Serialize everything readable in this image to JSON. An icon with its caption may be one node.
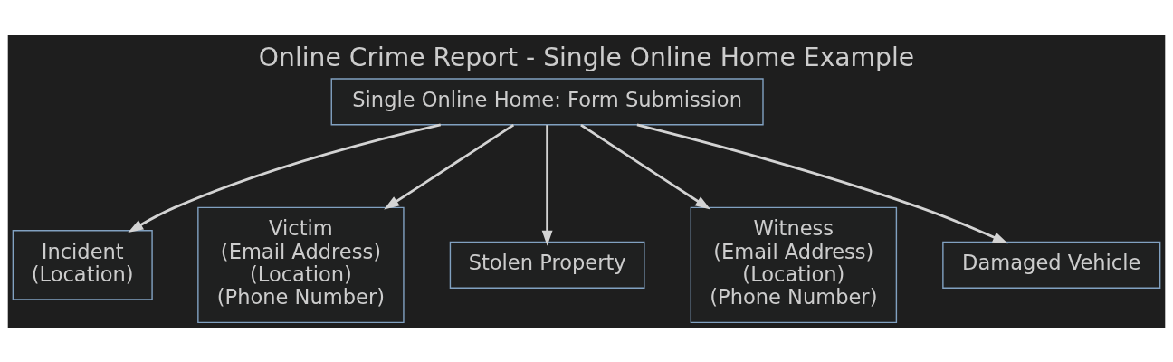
{
  "diagram": {
    "title": "Online Crime Report - Single Online Home Example",
    "nodes": [
      {
        "text": [
          "Single Online Home: Form Submission"
        ]
      },
      {
        "text": [
          "Incident",
          "(Location)"
        ]
      },
      {
        "text": [
          "Victim",
          "(Email Address)",
          "(Location)",
          "(Phone Number)"
        ]
      },
      {
        "text": [
          "Stolen Property"
        ]
      },
      {
        "text": [
          "Witness",
          "(Email Address)",
          "(Location)",
          "(Phone Number)"
        ]
      },
      {
        "text": [
          "Damaged Vehicle"
        ]
      }
    ],
    "edges": [
      {
        "from": 0,
        "to": 1,
        "arrow": "to"
      },
      {
        "from": 0,
        "to": 2,
        "arrow": "to"
      },
      {
        "from": 0,
        "to": 3,
        "arrow": "to"
      },
      {
        "from": 0,
        "to": 4,
        "arrow": "to"
      },
      {
        "from": 0,
        "to": 5,
        "arrow": "to"
      }
    ]
  }
}
